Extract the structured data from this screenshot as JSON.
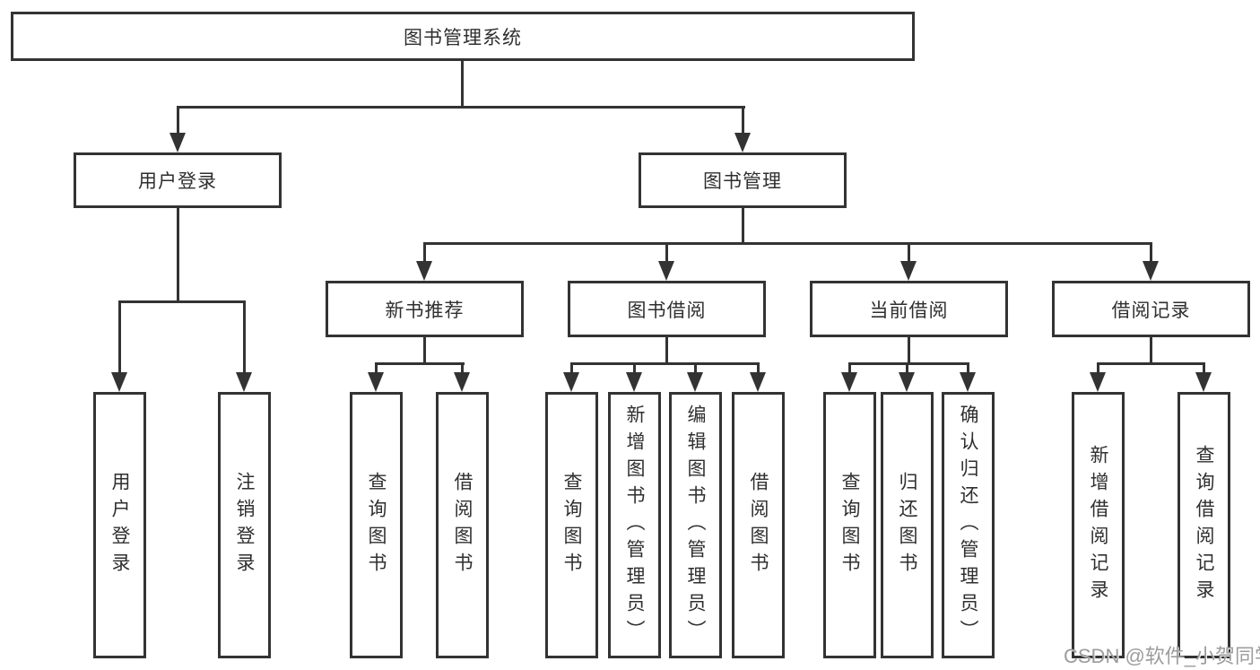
{
  "colors": {
    "line": "#333333",
    "text": "#2f2f2f",
    "watermark": "#9c9c9c"
  },
  "root": {
    "label": "图书管理系统"
  },
  "branches": {
    "login": {
      "label": "用户登录",
      "children": [
        "用户登录",
        "注销登录"
      ]
    },
    "management": {
      "label": "图书管理"
    }
  },
  "modules": [
    {
      "label": "新书推荐",
      "children": [
        "查询图书",
        "借阅图书"
      ]
    },
    {
      "label": "图书借阅",
      "children": [
        "查询图书",
        "新增图书（管理员）",
        "编辑图书（管理员）",
        "借阅图书"
      ]
    },
    {
      "label": "当前借阅",
      "children": [
        "查询图书",
        "归还图书",
        "确认归还（管理员）"
      ]
    },
    {
      "label": "借阅记录",
      "children": [
        "新增借阅记录",
        "查询借阅记录"
      ]
    }
  ],
  "watermark": "CSDN @软件_小贺同学"
}
